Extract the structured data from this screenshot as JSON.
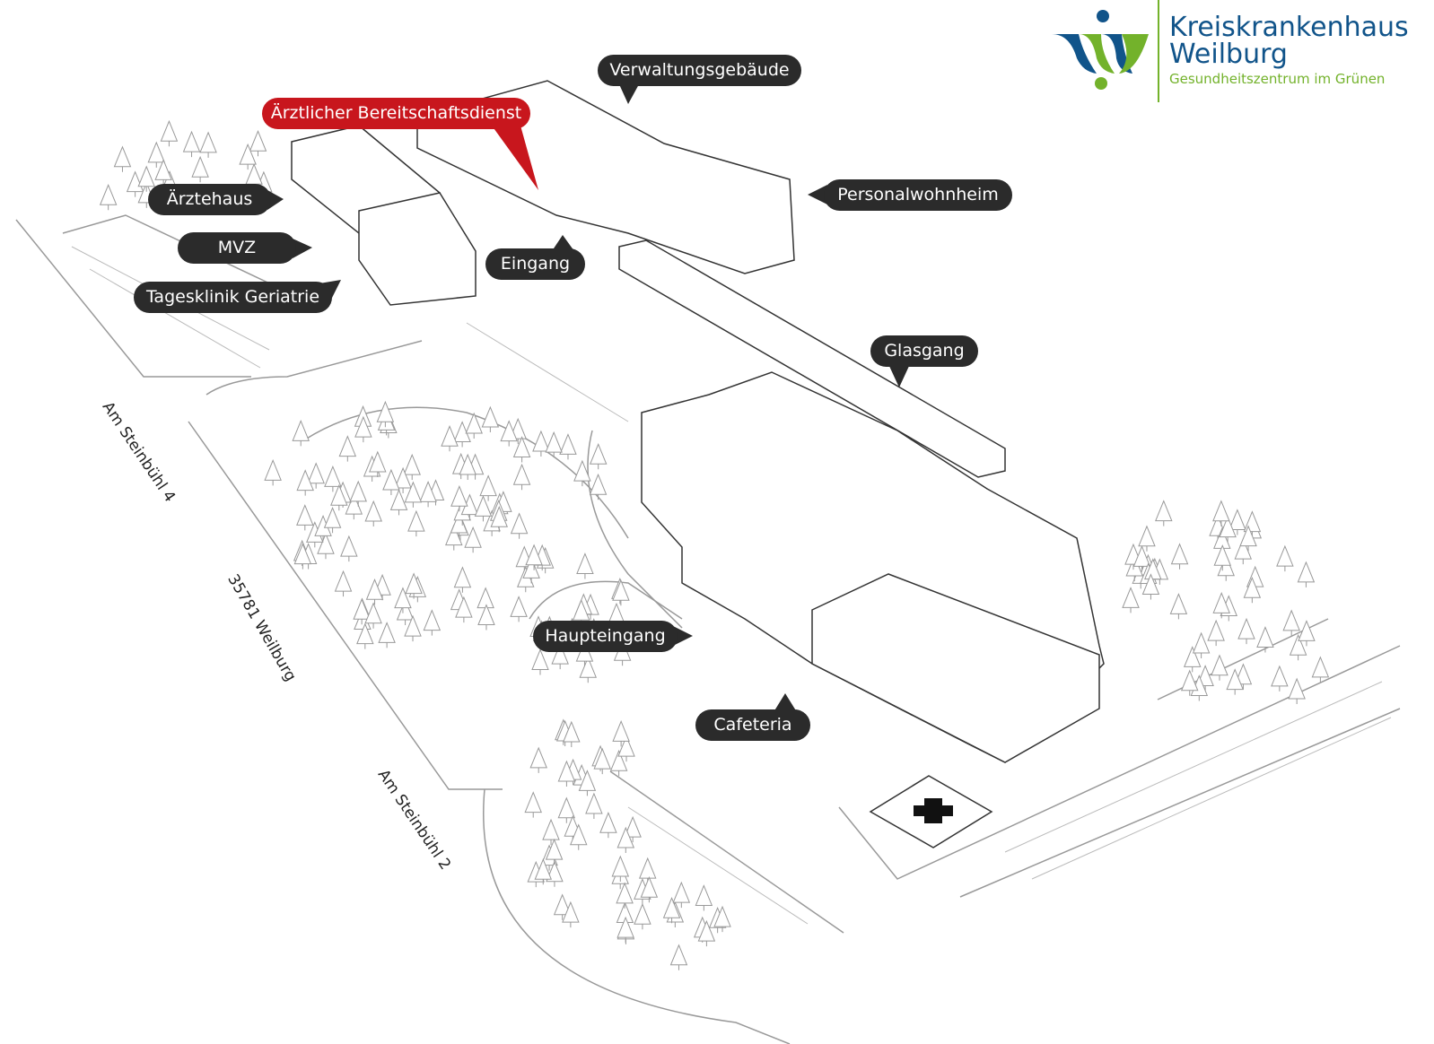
{
  "logo": {
    "title_line1": "Kreiskrankenhaus",
    "title_line2": "Weilburg",
    "subtitle": "Gesundheitszentrum im Grünen",
    "colors": {
      "blue": "#11548a",
      "green": "#73b22b"
    }
  },
  "labels": {
    "verwaltung": "Verwaltungsgebäude",
    "bereitschaft": "Ärztlicher Bereitschaftsdienst",
    "aerztehaus": "Ärztehaus",
    "mvz": "MVZ",
    "tagesklinik": "Tagesklinik Geriatrie",
    "eingang": "Eingang",
    "personal": "Personalwohnheim",
    "glasgang": "Glasgang",
    "haupteingang": "Haupteingang",
    "cafeteria": "Cafeteria"
  },
  "streets": {
    "s1": "Am Steinbühl 4",
    "s2": "35781 Weilburg",
    "s3": "Am Steinbühl 2"
  },
  "colors": {
    "label_bg": "#2b2b2b",
    "highlight": "#c8161d"
  }
}
